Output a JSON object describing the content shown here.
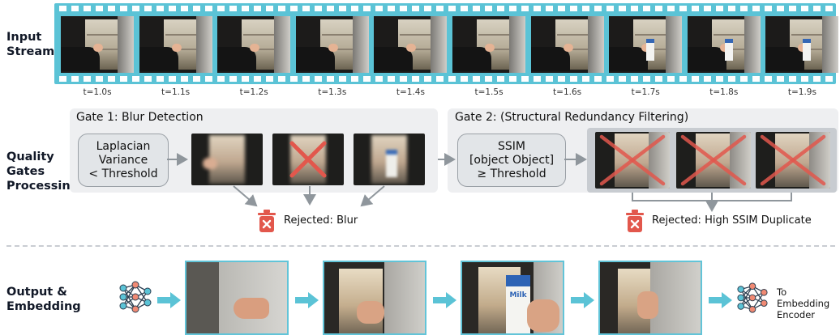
{
  "rows": {
    "input": [
      "Input",
      "Stream"
    ],
    "quality": [
      "Quality",
      "Gates",
      "Processing"
    ],
    "output": [
      "Output &",
      "Embedding"
    ]
  },
  "timestamps": [
    "t=1.0s",
    "t=1.1s",
    "t=1.2s",
    "t=1.3s",
    "t=1.4s",
    "t=1.5s",
    "t=1.6s",
    "t=1.7s",
    "t=1.8s",
    "t=1.9s"
  ],
  "gate1": {
    "title": "Gate 1: Blur Detection",
    "rule": [
      "Laplacian",
      "Variance",
      "< Threshold"
    ],
    "rejected": "Rejected: Blur"
  },
  "gate2": {
    "title": "Gate 2: (Structural Redundancy Filtering)",
    "rule": [
      "SSIM",
      "[object Object]",
      "≥ Threshold"
    ],
    "rejected": "Rejected: High SSIM Duplicate"
  },
  "output": {
    "encoder_label": [
      "To Embedding",
      "Encoder"
    ],
    "milk_label": "Milk"
  },
  "colors": {
    "accent": "#5bc3d6",
    "reject": "#e2574c",
    "arrow": "#8f969c"
  },
  "icons": [
    "neural-network-icon",
    "trash-icon",
    "x-mark-icon",
    "arrow-right-icon"
  ]
}
